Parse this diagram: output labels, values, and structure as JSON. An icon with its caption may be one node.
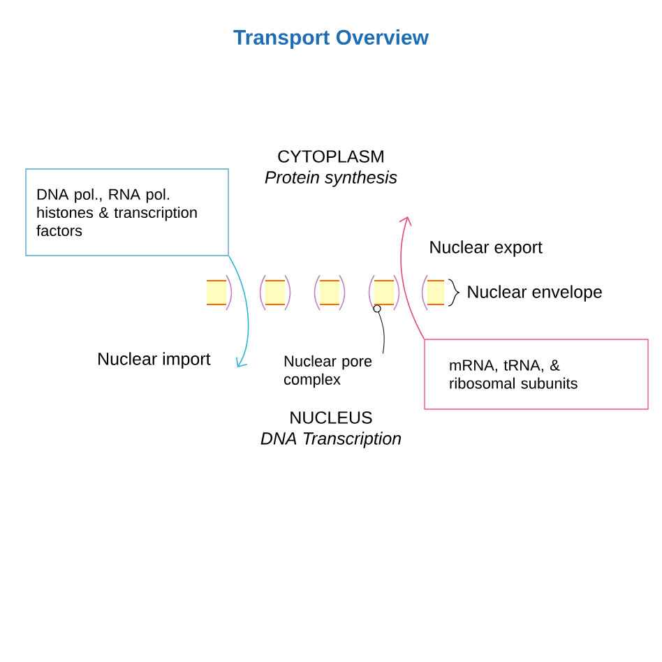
{
  "diagram": {
    "title": "Transport Overview",
    "nodes": [
      {
        "text": [
          "DNA pol., RNA pol. histones & transcription factors"
        ]
      },
      {
        "text": [
          "mRNA, tRNA, & ribosomal subunits"
        ]
      },
      {
        "text": [
          "Nuclear pore complex"
        ]
      },
      {
        "text": [],
        "shape": "circle"
      }
    ],
    "edges": [
      {
        "from": 0,
        "to": null,
        "arrow": "to",
        "color": "#29b3d6"
      },
      {
        "from": 1,
        "to": null,
        "arrow": "to",
        "color": "#e2457c"
      },
      {
        "from": 2,
        "to": 3,
        "arrow": "none",
        "color": "#000000"
      }
    ],
    "labels": [
      "CYTOPLASM",
      "Protein synthesis",
      "Nuclear export",
      "Nuclear envelope",
      "Nuclear import",
      "NUCLEUS",
      "DNA Transcription"
    ]
  }
}
